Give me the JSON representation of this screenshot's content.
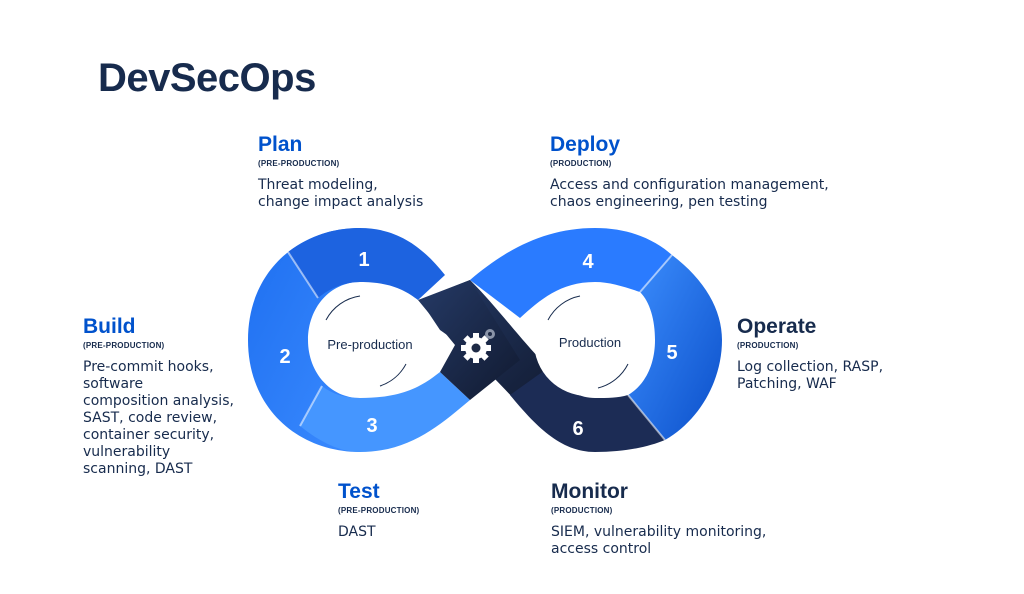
{
  "title": "DevSecOps",
  "loop": {
    "left_center_label": "Pre-production",
    "right_center_label": "Production",
    "center_icon": "gears-icon",
    "segments": [
      "1",
      "2",
      "3",
      "4",
      "5",
      "6"
    ]
  },
  "phases": {
    "plan": {
      "name": "Plan",
      "tag": "(PRE-PRODUCTION)",
      "desc_lines": [
        "Threat modeling,",
        "change impact analysis"
      ]
    },
    "deploy": {
      "name": "Deploy",
      "tag": "(PRODUCTION)",
      "desc_lines": [
        "Access and configuration management,",
        "chaos engineering, pen testing"
      ]
    },
    "build": {
      "name": "Build",
      "tag": "(PRE-PRODUCTION)",
      "desc_lines": [
        "Pre-commit hooks,",
        "software",
        "composition analysis,",
        "SAST, code review,",
        "container security,",
        "vulnerability",
        "scanning, DAST"
      ]
    },
    "operate": {
      "name": "Operate",
      "tag": "(PRODUCTION)",
      "desc_lines": [
        "Log collection, RASP,",
        "Patching, WAF"
      ]
    },
    "test": {
      "name": "Test",
      "tag": "(PRE-PRODUCTION)",
      "desc_lines": [
        "DAST"
      ]
    },
    "monitor": {
      "name": "Monitor",
      "tag": "(PRODUCTION)",
      "desc_lines": [
        "SIEM, vulnerability monitoring,",
        "access control"
      ]
    }
  },
  "colors": {
    "navy": "#172b4d",
    "blue": "#0052cc",
    "bright_blue": "#2684ff",
    "light_blue": "#4c9aff",
    "dark_navy": "#1e2a46"
  }
}
